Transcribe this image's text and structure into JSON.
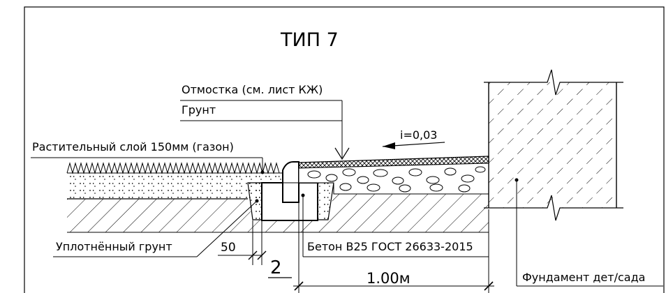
{
  "title": "ТИП 7",
  "labels": {
    "otmostka": "Отмостка (см. лист КЖ)",
    "grunt": "Грунт",
    "rastitelny": "Растительный слой  150мм (газон)",
    "slope": "i=0,03",
    "uplotnenny": "Уплотнённый грунт",
    "beton": "Бетон В25 ГОСТ 26633-2015",
    "fundament": "Фундамент дет/сада",
    "dim_50": "50",
    "dim_2": "2",
    "dim_width": "1.00м"
  }
}
